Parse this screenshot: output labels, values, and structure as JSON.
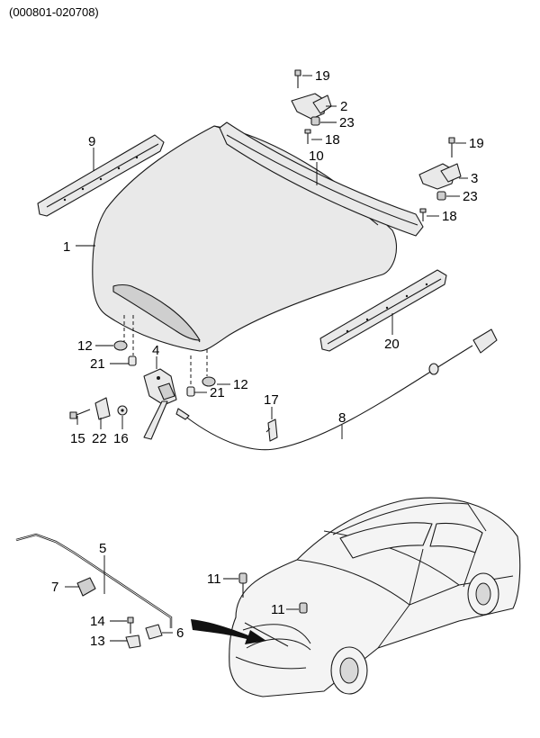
{
  "header": {
    "code": "(000801-020708)"
  },
  "callouts": {
    "c1": "1",
    "c2": "2",
    "c3": "3",
    "c4": "4",
    "c5": "5",
    "c6": "6",
    "c7": "7",
    "c8": "8",
    "c9": "9",
    "c10": "10",
    "c11a": "11",
    "c11b": "11",
    "c12a": "12",
    "c12b": "12",
    "c13": "13",
    "c14": "14",
    "c15": "15",
    "c16": "16",
    "c17": "17",
    "c18a": "18",
    "c18b": "18",
    "c19a": "19",
    "c19b": "19",
    "c20": "20",
    "c21a": "21",
    "c21b": "21",
    "c22": "22",
    "c23a": "23",
    "c23b": "23"
  }
}
